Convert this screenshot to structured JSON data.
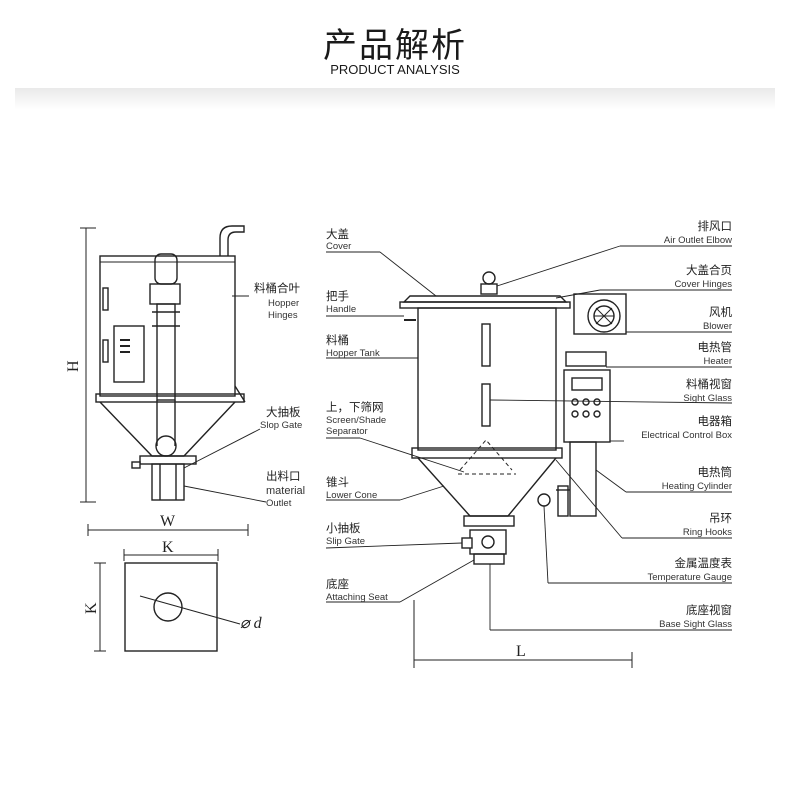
{
  "header": {
    "title_cn": "产品解析",
    "title_en": "PRODUCT ANALYSIS"
  },
  "left_labels": [
    {
      "cn": "料桶合叶",
      "en1": "Hopper",
      "en2": "Hinges"
    },
    {
      "cn": "大抽板",
      "en1": "Slop Gate",
      "en2": ""
    },
    {
      "cn": "出料口",
      "en1": "material",
      "en2": "Outlet"
    }
  ],
  "middle_labels": [
    {
      "cn": "大盖",
      "en1": "Cover",
      "en2": ""
    },
    {
      "cn": "把手",
      "en1": "Handle",
      "en2": ""
    },
    {
      "cn": "料桶",
      "en1": "Hopper Tank",
      "en2": ""
    },
    {
      "cn": "上，下筛网",
      "en1": "Screen/Shade",
      "en2": "Separator"
    },
    {
      "cn": "锥斗",
      "en1": "Lower Cone",
      "en2": ""
    },
    {
      "cn": "小抽板",
      "en1": "Slip Gate",
      "en2": ""
    },
    {
      "cn": "底座",
      "en1": "Attaching Seat",
      "en2": ""
    }
  ],
  "right_labels": [
    {
      "cn": "排风口",
      "en": "Air Outlet Elbow"
    },
    {
      "cn": "大盖合页",
      "en": "Cover Hinges"
    },
    {
      "cn": "风机",
      "en": "Blower"
    },
    {
      "cn": "电热管",
      "en": "Heater"
    },
    {
      "cn": "料桶视窗",
      "en": "Sight Glass"
    },
    {
      "cn": "电器箱",
      "en": "Electrical Control Box"
    },
    {
      "cn": "电热筒",
      "en": "Heating Cylinder"
    },
    {
      "cn": "吊环",
      "en": "Ring Hooks"
    },
    {
      "cn": "金属温度表",
      "en": "Temperature Gauge"
    },
    {
      "cn": "底座视窗",
      "en": "Base Sight Glass"
    }
  ],
  "dimensions": {
    "height": "H",
    "width": "W",
    "k_top": "K",
    "k_side": "K",
    "diameter": "⌀ d",
    "length": "L"
  }
}
